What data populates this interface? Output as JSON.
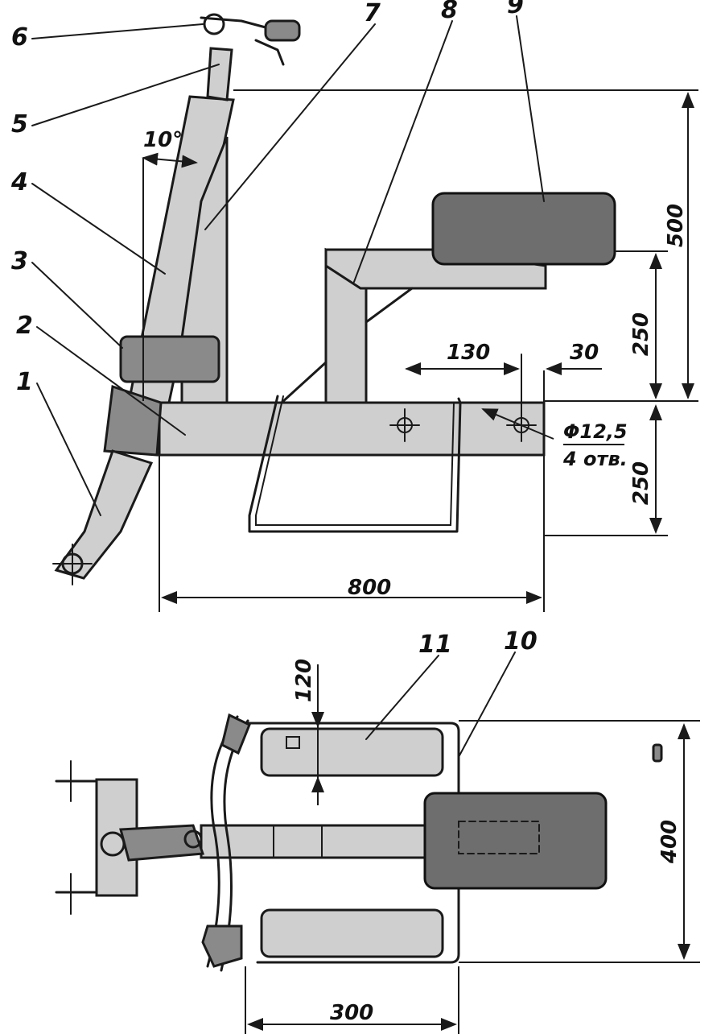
{
  "callouts": [
    "1",
    "2",
    "3",
    "4",
    "5",
    "6",
    "7",
    "8",
    "9",
    "10",
    "11"
  ],
  "dimensions": {
    "height_500": "500",
    "height_250_upper": "250",
    "height_250_lower": "250",
    "length_800": "800",
    "offset_130": "130",
    "offset_30": "30",
    "angle": "10°",
    "width_120": "120",
    "width_400": "400",
    "length_300": "300",
    "hole_dia": "Φ12,5",
    "hole_count": "4 отв."
  },
  "colors": {
    "ink": "#1a1a1a",
    "fill_light": "#cfcfcf",
    "fill_dark": "#8a8a8a"
  }
}
